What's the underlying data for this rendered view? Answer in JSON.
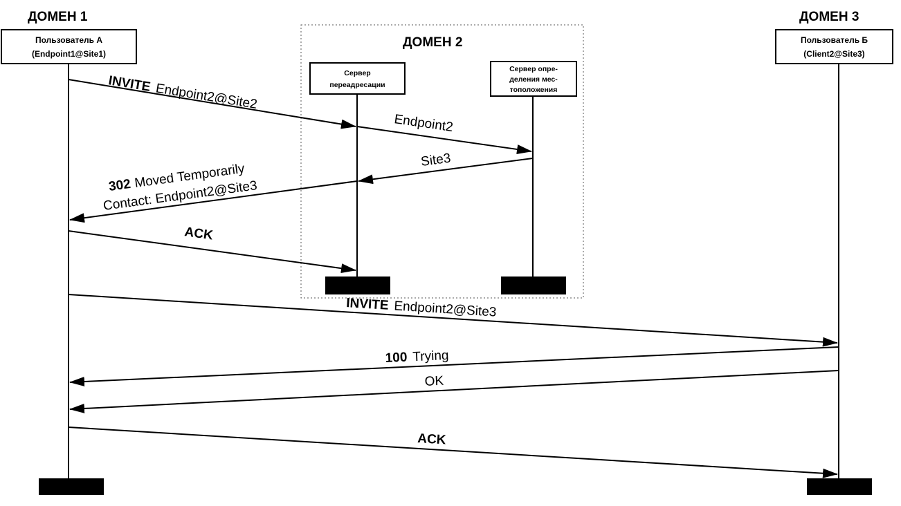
{
  "domains": {
    "d1": "ДОМЕН 1",
    "d2": "ДОМЕН 2",
    "d3": "ДОМЕН 3"
  },
  "participants": {
    "user_a": {
      "line1": "Пользователь А",
      "line2": "(Endpoint1@Site1)"
    },
    "redirect_server": {
      "line1": "Сервер",
      "line2": "переадресации"
    },
    "location_server": {
      "line1": "Сервер опре-",
      "line2": "деления мес-",
      "line3": "тоположения"
    },
    "user_b": {
      "line1": "Пользователь Б",
      "line2": "(Client2@Site3)"
    }
  },
  "messages": {
    "m1": {
      "method": "INVITE",
      "text": "Endpoint2@Site2"
    },
    "m2": {
      "text": "Endpoint2"
    },
    "m3": {
      "text": "Site3"
    },
    "m4": {
      "code": "302",
      "text": "Moved Temporarily",
      "line2": "Contact: Endpoint2@Site3"
    },
    "m5": {
      "method": "ACK"
    },
    "m6": {
      "method": "INVITE",
      "text": "Endpoint2@Site3"
    },
    "m7": {
      "code": "100",
      "text": "Trying"
    },
    "m8": {
      "text": "OK"
    },
    "m9": {
      "method": "ACK"
    }
  }
}
